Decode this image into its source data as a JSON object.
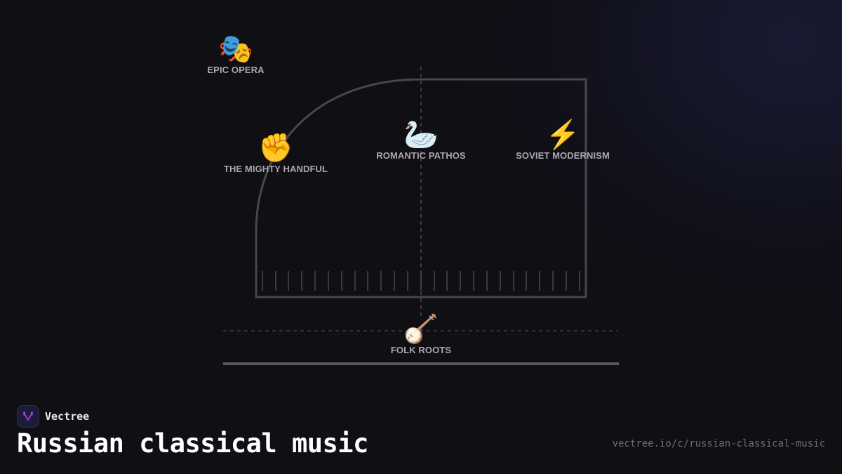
{
  "diagram": {
    "subject": "grand piano outline",
    "nodes": [
      {
        "id": "epic-opera",
        "label": "EPIC OPERA",
        "icon": "performing-arts-masks",
        "emoji": "🎭"
      },
      {
        "id": "mighty-handful",
        "label": "THE MIGHTY HANDFUL",
        "icon": "raised-fist",
        "emoji": "✊"
      },
      {
        "id": "romantic-pathos",
        "label": "ROMANTIC PATHOS",
        "icon": "swan",
        "emoji": "🦢"
      },
      {
        "id": "soviet-modernism",
        "label": "SOVIET MODERNISM",
        "icon": "lightning-bolt",
        "emoji": "⚡"
      },
      {
        "id": "folk-roots",
        "label": "FOLK ROOTS",
        "icon": "banjo",
        "emoji": "🪕"
      }
    ],
    "key_count": 25,
    "colors": {
      "background": "#0f0f14",
      "outline": "#4a4a4e",
      "label": "#a8a8ae",
      "accent": "#a040d0"
    }
  },
  "brand": {
    "name": "Vectree",
    "icon": "vectree-logo"
  },
  "footer": {
    "title": "Russian classical music",
    "url": "vectree.io/c/russian-classical-music"
  }
}
